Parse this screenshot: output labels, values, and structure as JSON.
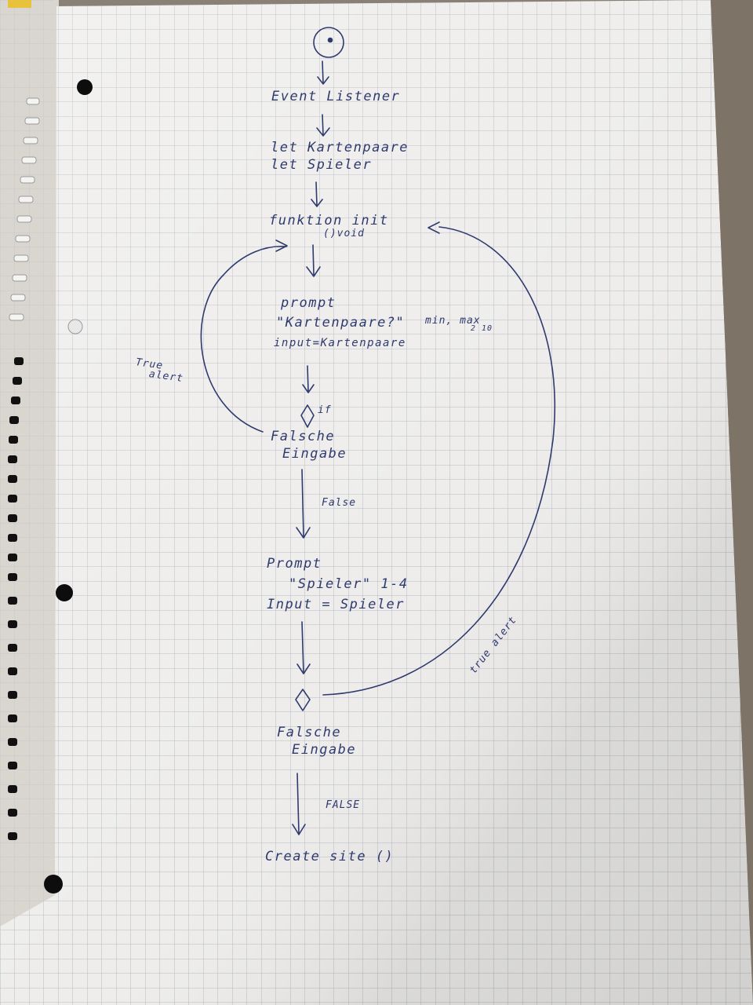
{
  "diagram": {
    "nodes": {
      "event_listener": "Event Listener",
      "let_kartenpaare": "let Kartenpaare",
      "let_spieler": "let Spieler",
      "funktion_init": "funktion init",
      "init_void": "()void",
      "prompt1_title": "prompt",
      "prompt1_text": "\"Kartenpaare?\"",
      "prompt1_minmax": "min, max",
      "prompt1_minmax_values": "2 10",
      "prompt1_input": "input=Kartenpaare",
      "if_label": "if",
      "falsche_eingabe_1": "Falsche",
      "falsche_eingabe_1b": "Eingabe",
      "prompt2_title": "Prompt",
      "prompt2_text": "\"Spieler\" 1-4",
      "prompt2_input": "Input = Spieler",
      "falsche_eingabe_2": "Falsche",
      "falsche_eingabe_2b": "Eingabe",
      "create_site": "Create site ()"
    },
    "edges": {
      "false_1": "False",
      "false_2": "FALSE",
      "true_alert_left_1": "True",
      "true_alert_left_2": "alert",
      "true_alert_right": "true alert"
    }
  },
  "colors": {
    "ink": "#2f3a6e",
    "paper": "#eeeeec",
    "grid": "#b9bcc4",
    "hole": "#0d0d0d"
  }
}
